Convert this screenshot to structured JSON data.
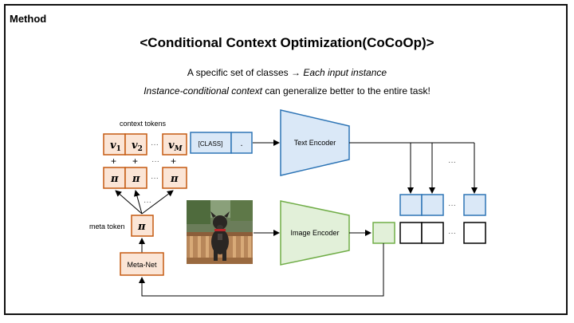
{
  "section_label": "Method",
  "title": "<Conditional Context Optimization(CoCoOp)>",
  "subtitle_line1": {
    "prefix": "A specific set of classes → ",
    "emphasis": "Each input instance"
  },
  "subtitle_line2": {
    "emphasis": "Instance-conditional context",
    "suffix": " can generalize better to the entire task!"
  },
  "diagram": {
    "context_tokens_label": "context tokens",
    "v1_base": "v",
    "v1_sub": "1",
    "v2_base": "v",
    "v2_sub": "2",
    "vM_base": "v",
    "vM_sub": "M",
    "plus": "+",
    "pi": "π",
    "dots": "···",
    "class_token": "[CLASS]",
    "period_token": ".",
    "text_encoder": "Text Encoder",
    "image_encoder": "Image Encoder",
    "meta_token_label": "meta token",
    "meta_net": "Meta-Net",
    "colors": {
      "orange_fill": "#fbe5d6",
      "orange_stroke": "#c55a11",
      "blue_fill": "#dae8f7",
      "blue_stroke": "#2e75b6",
      "green_fill": "#e2f0d9",
      "green_stroke": "#70ad47"
    }
  }
}
